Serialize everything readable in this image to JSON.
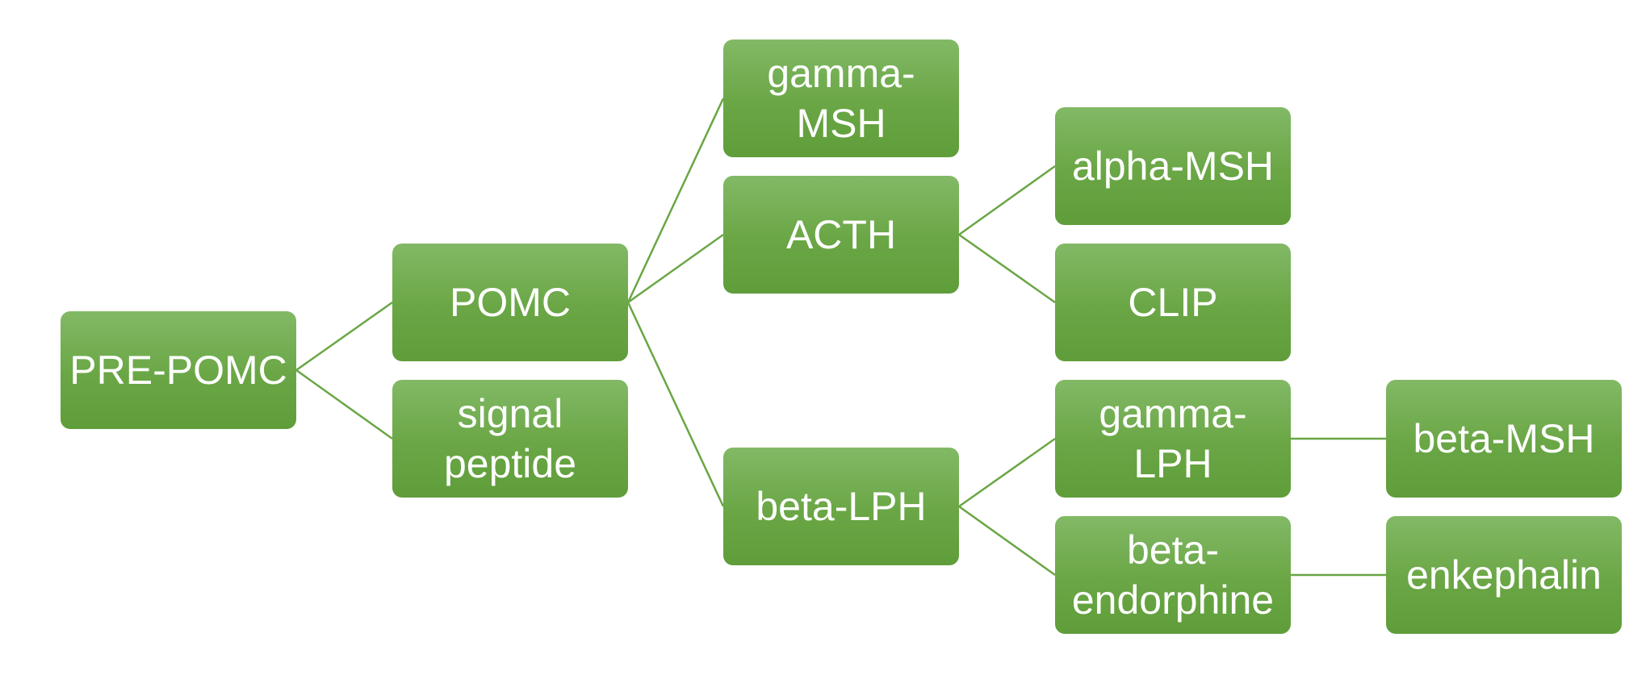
{
  "nodes": {
    "pre_pomc": "PRE-POMC",
    "pomc": "POMC",
    "signal_peptide": "signal\npeptide",
    "gamma_msh": "gamma-\nMSH",
    "acth": "ACTH",
    "beta_lph": "beta-LPH",
    "alpha_msh": "alpha-MSH",
    "clip": "CLIP",
    "gamma_lph": "gamma-\nLPH",
    "beta_endorphine": "beta-\nendorphine",
    "beta_msh": "beta-MSH",
    "enkephalin": "enkephalin"
  },
  "colors": {
    "node_top": "#82b966",
    "node_bottom": "#5f9d3a",
    "connector": "#6aa645",
    "text": "#ffffff"
  }
}
